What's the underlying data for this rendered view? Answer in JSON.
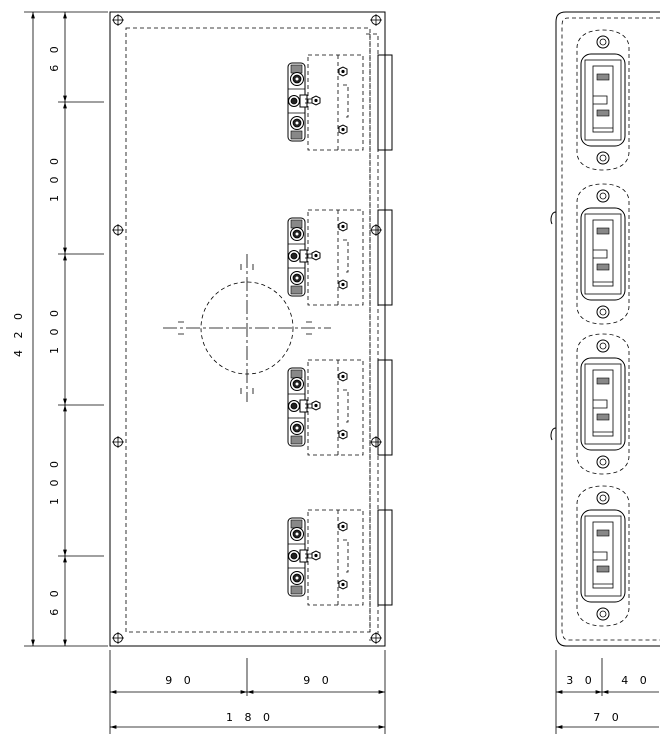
{
  "dimensions": {
    "overall_height": "4 2 0",
    "left_segments": [
      "6 0",
      "1 0 0",
      "1 0 0",
      "1 0 0",
      "6 0"
    ],
    "bottom_half_left": "9 0",
    "bottom_half_right": "9 0",
    "bottom_total": "1 8 0",
    "side_depth_a": "3 0",
    "side_depth_b": "4 0",
    "side_total": "7 0"
  }
}
